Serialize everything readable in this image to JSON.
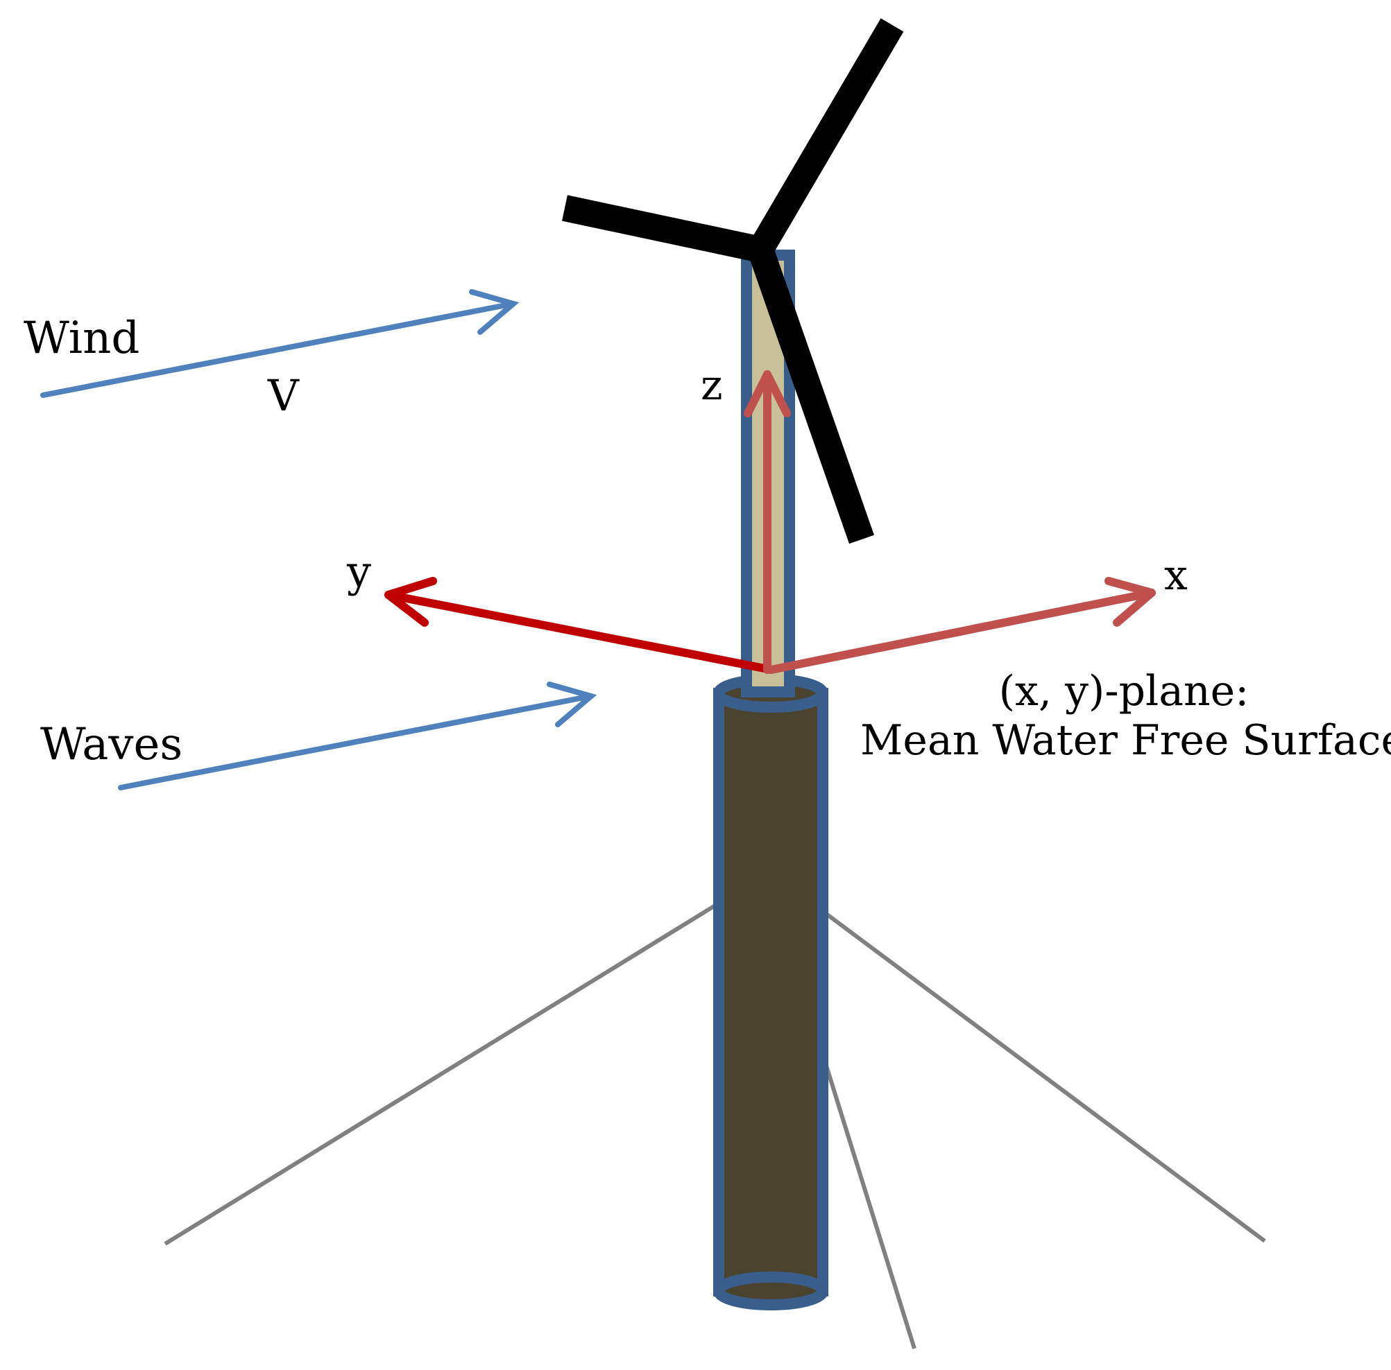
{
  "labels": {
    "wind": "Wind",
    "velocity": "V",
    "z_axis": "z",
    "y_axis": "y",
    "x_axis": "x",
    "waves": "Waves",
    "plane_line1": "(x, y)-plane:",
    "plane_line2": "Mean Water Free Surface"
  },
  "colors": {
    "tower_outline": "#3a5e8c",
    "tower_fill": "#c9c09a",
    "spar_fill": "#4a432d",
    "blade": "#000000",
    "flow_arrow": "#4f81bd",
    "x_axis": "#c0504d",
    "y_axis": "#c00000",
    "z_axis": "#c0504d",
    "mooring_line": "#808080"
  }
}
